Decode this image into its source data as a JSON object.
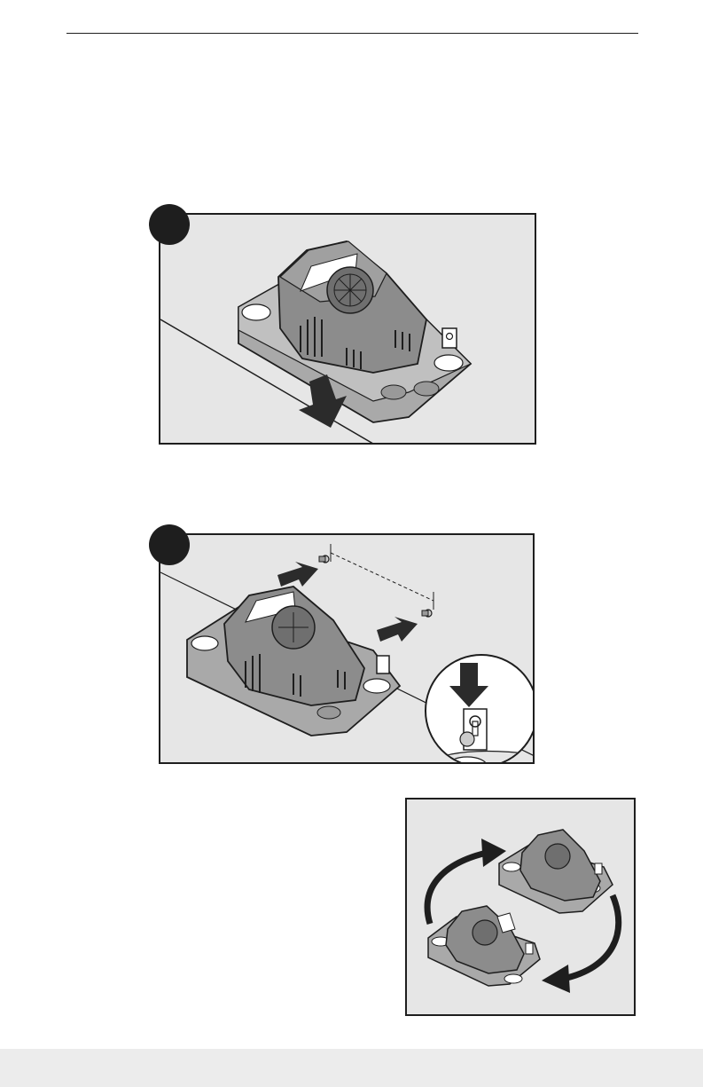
{
  "header": {},
  "steps": [
    {
      "id": "step-1",
      "label": ""
    },
    {
      "id": "step-2",
      "label": ""
    }
  ],
  "figures": {
    "panel1": {
      "icon": "pump-place-down-illustration"
    },
    "panel2": {
      "icon": "pump-wall-mount-illustration",
      "detail_icon": "keyhole-slot-detail-icon"
    },
    "panel3": {
      "icon": "pump-rotate-orientation-illustration"
    }
  },
  "footer": {
    "text": ""
  },
  "colors": {
    "panel_bg": "#e6e6e6",
    "outline": "#1e1e1e",
    "pump_body": "#8c8c8c",
    "pump_base": "#a9a9a9",
    "footer_bg": "#ececec"
  }
}
